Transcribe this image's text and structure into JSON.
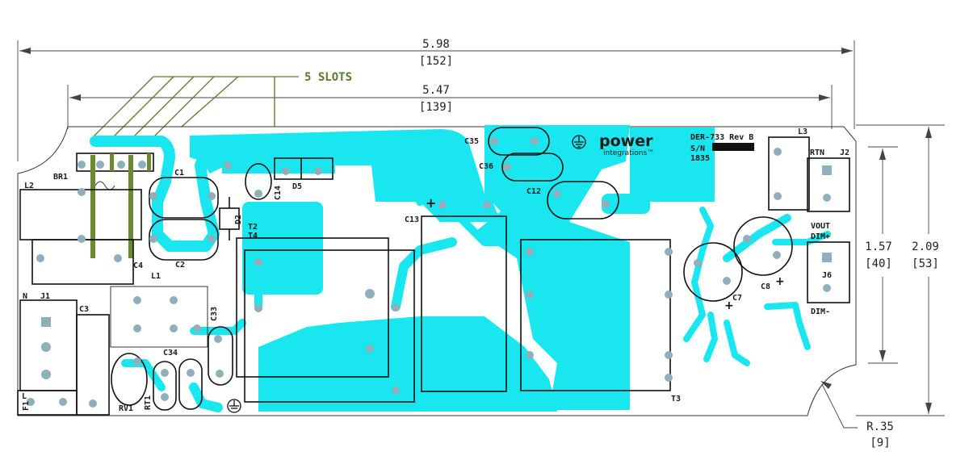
{
  "dimensions": {
    "overall_width_in": "5.98",
    "overall_width_mm": "[152]",
    "slot_span_in": "5.47",
    "slot_span_mm": "[139]",
    "inner_height_in": "1.57",
    "inner_height_mm": "[40]",
    "overall_height_in": "2.09",
    "overall_height_mm": "[53]",
    "corner_radius_in": "R.35",
    "corner_radius_mm": "[9]",
    "slots_note": "5 SLOTS"
  },
  "logo": {
    "brand": "power",
    "sub": "integrations™"
  },
  "silkscreen": {
    "design_ref": "DER-733 Rev B",
    "serial": "S/N",
    "date_code": "1835"
  },
  "components": {
    "BR1": "BR1",
    "L2": "L2",
    "C1": "C1",
    "C2": "C2",
    "C4": "C4",
    "L1": "L1",
    "D2": "D2",
    "C14": "C14",
    "D5": "D5",
    "T2": "T2",
    "T4": "T4",
    "C35": "C35",
    "C36": "C36",
    "C12": "C12",
    "C13": "C13",
    "L3": "L3",
    "RTN": "RTN",
    "J2": "J2",
    "VOUT": "VOUT",
    "DIM_PLUS": "DIM+",
    "J6": "J6",
    "DIM_MINUS": "DIM-",
    "C8": "C8",
    "C7": "C7",
    "T3": "T3",
    "N": "N",
    "J1": "J1",
    "C3": "C3",
    "C33": "C33",
    "C34": "C34",
    "RV1": "RV1",
    "RT1": "RT1",
    "F1": "F1",
    "L": "L"
  },
  "colors": {
    "copper": "#19e6ef",
    "pad": "#8fb0ba",
    "outline": "#111111",
    "slot_leader": "#5a7a2a"
  }
}
